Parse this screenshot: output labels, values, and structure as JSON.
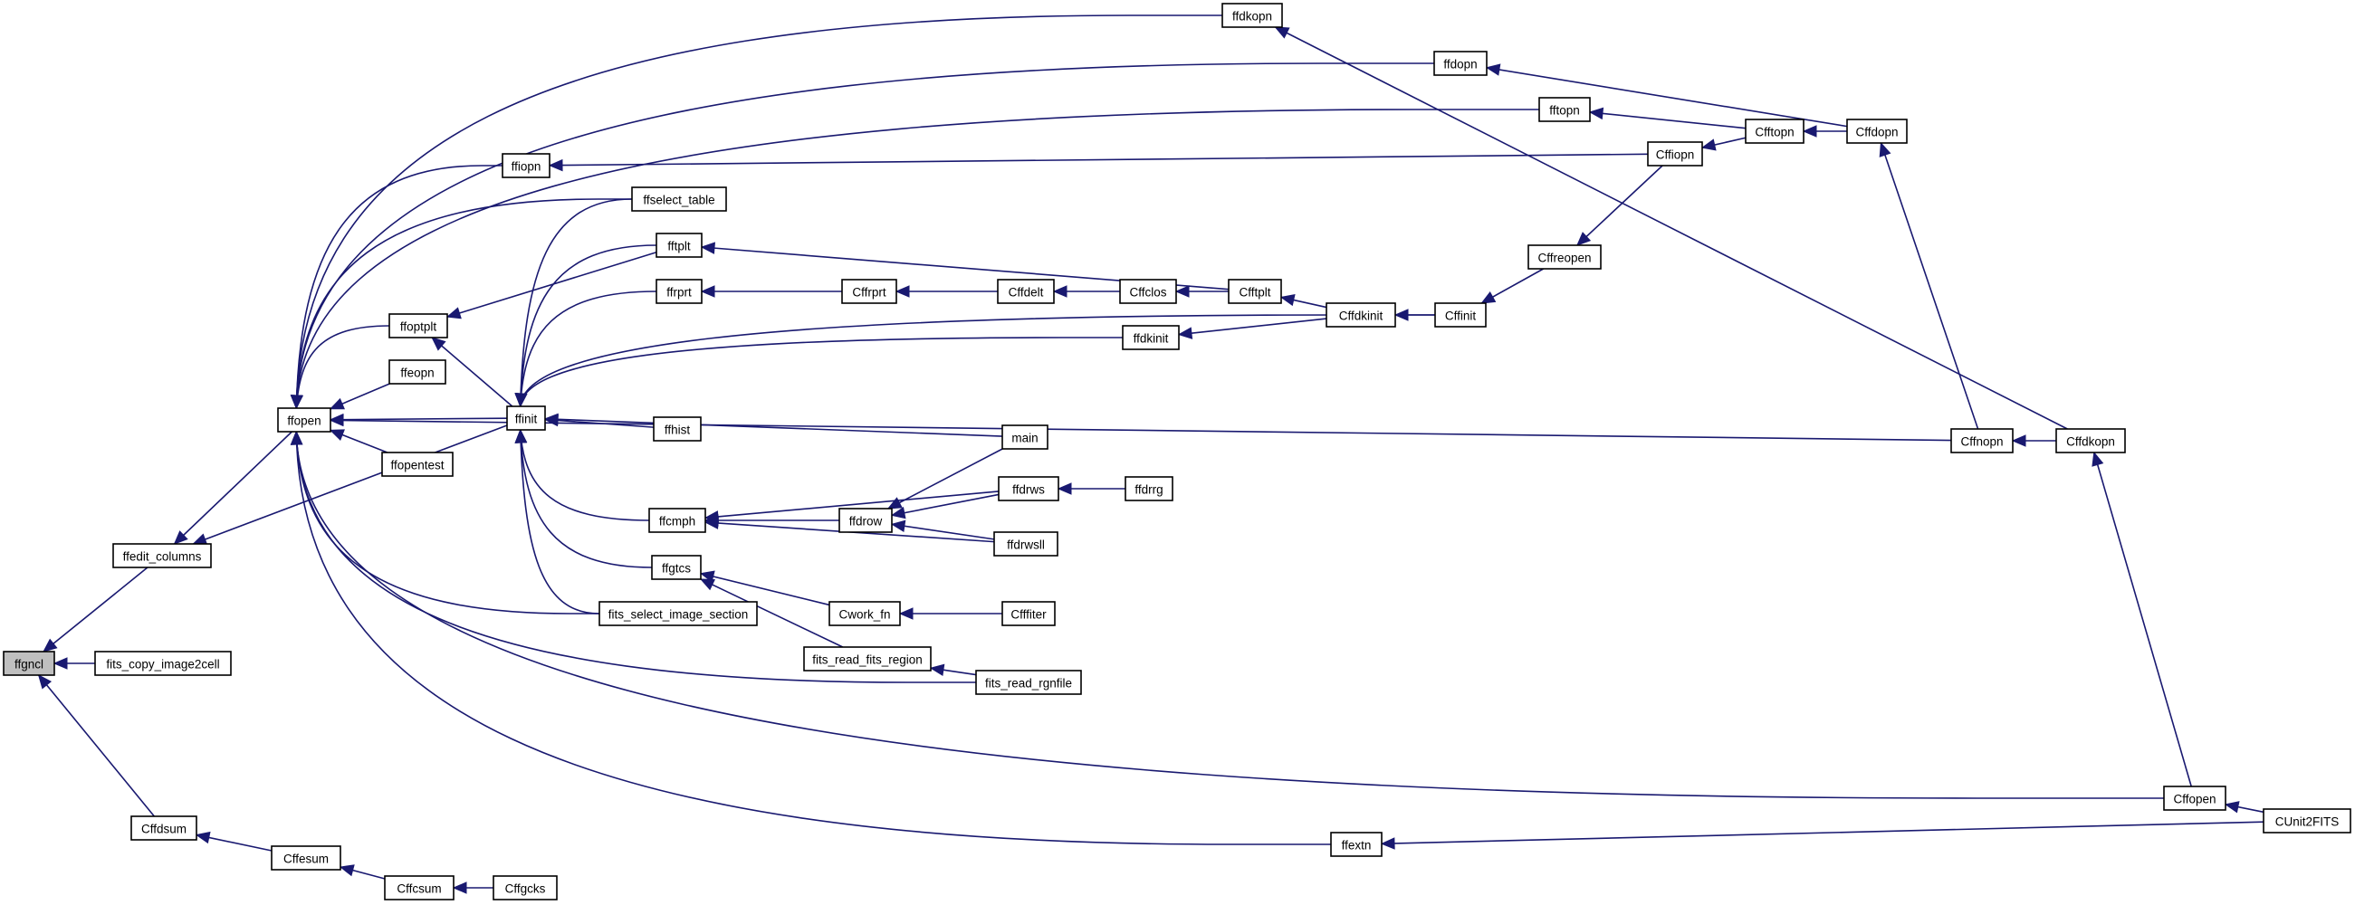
{
  "colors": {
    "edge": "#191970",
    "root_fill": "#bfbfbf",
    "node_fill": "#ffffff",
    "node_border": "#000000"
  },
  "nodes": [
    {
      "id": "ffgncl",
      "label": "ffgncl",
      "root": true
    },
    {
      "id": "fits_copy_image2cell",
      "label": "fits_copy_image2cell"
    },
    {
      "id": "ffedit_columns",
      "label": "ffedit_columns"
    },
    {
      "id": "Cffdsum",
      "label": "Cffdsum"
    },
    {
      "id": "Cffesum",
      "label": "Cffesum"
    },
    {
      "id": "Cffcsum",
      "label": "Cffcsum"
    },
    {
      "id": "Cffgcks",
      "label": "Cffgcks"
    },
    {
      "id": "ffopen",
      "label": "ffopen"
    },
    {
      "id": "ffinit",
      "label": "ffinit"
    },
    {
      "id": "ffiopn",
      "label": "ffiopn"
    },
    {
      "id": "ffoptplt",
      "label": "ffoptplt"
    },
    {
      "id": "ffeopn",
      "label": "ffeopn"
    },
    {
      "id": "ffopentest",
      "label": "ffopentest"
    },
    {
      "id": "ffselect_table",
      "label": "ffselect_table"
    },
    {
      "id": "fftplt",
      "label": "fftplt"
    },
    {
      "id": "ffrprt",
      "label": "ffrprt"
    },
    {
      "id": "ffhist",
      "label": "ffhist"
    },
    {
      "id": "ffcmph",
      "label": "ffcmph"
    },
    {
      "id": "ffgtcs",
      "label": "ffgtcs"
    },
    {
      "id": "fits_select_image_section",
      "label": "fits_select_image_section"
    },
    {
      "id": "fits_read_fits_region",
      "label": "fits_read_fits_region"
    },
    {
      "id": "fits_read_rgnfile",
      "label": "fits_read_rgnfile"
    },
    {
      "id": "ffdrow",
      "label": "ffdrow"
    },
    {
      "id": "Cwork_fn",
      "label": "Cwork_fn"
    },
    {
      "id": "Cfffiter",
      "label": "Cfffiter"
    },
    {
      "id": "main",
      "label": "main"
    },
    {
      "id": "ffdrws",
      "label": "ffdrws"
    },
    {
      "id": "ffdrwsll",
      "label": "ffdrwsll"
    },
    {
      "id": "ffdrrg",
      "label": "ffdrrg"
    },
    {
      "id": "Cffrprt",
      "label": "Cffrprt"
    },
    {
      "id": "Cffdelt",
      "label": "Cffdelt"
    },
    {
      "id": "Cffclos",
      "label": "Cffclos"
    },
    {
      "id": "Cfftplt",
      "label": "Cfftplt"
    },
    {
      "id": "ffdkinit",
      "label": "ffdkinit"
    },
    {
      "id": "Cffdkinit",
      "label": "Cffdkinit"
    },
    {
      "id": "Cffinit",
      "label": "Cffinit"
    },
    {
      "id": "Cffreopen",
      "label": "Cffreopen"
    },
    {
      "id": "Cffiopn",
      "label": "Cffiopn"
    },
    {
      "id": "ffdkopn",
      "label": "ffdkopn"
    },
    {
      "id": "ffdopn",
      "label": "ffdopn"
    },
    {
      "id": "fftopn",
      "label": "fftopn"
    },
    {
      "id": "Cfftopn",
      "label": "Cfftopn"
    },
    {
      "id": "Cffdopn",
      "label": "Cffdopn"
    },
    {
      "id": "Cffnopn",
      "label": "Cffnopn"
    },
    {
      "id": "Cffdkopn",
      "label": "Cffdkopn"
    },
    {
      "id": "Cffopen",
      "label": "Cffopen"
    },
    {
      "id": "CUnit2FITS",
      "label": "CUnit2FITS"
    },
    {
      "id": "ffextn",
      "label": "ffextn"
    }
  ],
  "edges": [
    {
      "from": "fits_copy_image2cell",
      "to": "ffgncl"
    },
    {
      "from": "ffedit_columns",
      "to": "ffgncl"
    },
    {
      "from": "Cffdsum",
      "to": "ffgncl"
    },
    {
      "from": "Cffesum",
      "to": "Cffdsum"
    },
    {
      "from": "Cffcsum",
      "to": "Cffesum"
    },
    {
      "from": "Cffgcks",
      "to": "Cffcsum"
    },
    {
      "from": "ffopen",
      "to": "ffedit_columns"
    },
    {
      "from": "ffinit",
      "to": "ffedit_columns"
    },
    {
      "from": "ffinit",
      "to": "ffopen"
    },
    {
      "from": "ffoptplt",
      "to": "ffopen"
    },
    {
      "from": "ffeopn",
      "to": "ffopen"
    },
    {
      "from": "ffopentest",
      "to": "ffopen"
    },
    {
      "from": "ffiopn",
      "to": "ffopen"
    },
    {
      "from": "ffselect_table",
      "to": "ffopen"
    },
    {
      "from": "fits_select_image_section",
      "to": "ffopen"
    },
    {
      "from": "fits_read_rgnfile",
      "to": "ffopen"
    },
    {
      "from": "ffdopn",
      "to": "ffopen"
    },
    {
      "from": "ffdkopn",
      "to": "ffopen"
    },
    {
      "from": "fftopn",
      "to": "ffopen"
    },
    {
      "from": "Cffnopn",
      "to": "ffopen"
    },
    {
      "from": "Cffopen",
      "to": "ffopen"
    },
    {
      "from": "ffextn",
      "to": "ffopen"
    },
    {
      "from": "fftplt",
      "to": "ffoptplt"
    },
    {
      "from": "ffinit",
      "to": "ffoptplt"
    },
    {
      "from": "ffselect_table",
      "to": "ffinit"
    },
    {
      "from": "fftplt",
      "to": "ffinit"
    },
    {
      "from": "ffrprt",
      "to": "ffinit"
    },
    {
      "from": "ffdkinit",
      "to": "ffinit"
    },
    {
      "from": "Cffinit",
      "to": "ffinit"
    },
    {
      "from": "ffhist",
      "to": "ffinit"
    },
    {
      "from": "main",
      "to": "ffinit"
    },
    {
      "from": "ffcmph",
      "to": "ffinit"
    },
    {
      "from": "ffgtcs",
      "to": "ffinit"
    },
    {
      "from": "fits_select_image_section",
      "to": "ffinit"
    },
    {
      "from": "Cffiopn",
      "to": "ffiopn"
    },
    {
      "from": "Cfftplt",
      "to": "fftplt"
    },
    {
      "from": "Cffrprt",
      "to": "ffrprt"
    },
    {
      "from": "Cffdelt",
      "to": "Cffrprt"
    },
    {
      "from": "Cffclos",
      "to": "Cffdelt"
    },
    {
      "from": "Cfftplt",
      "to": "Cffclos"
    },
    {
      "from": "Cffdkinit",
      "to": "Cfftplt"
    },
    {
      "from": "Cffdkinit",
      "to": "ffdkinit"
    },
    {
      "from": "Cffinit",
      "to": "Cffdkinit"
    },
    {
      "from": "Cffreopen",
      "to": "Cffinit"
    },
    {
      "from": "Cffiopn",
      "to": "Cffreopen"
    },
    {
      "from": "Cfftopn",
      "to": "Cffiopn"
    },
    {
      "from": "Cfftopn",
      "to": "fftopn"
    },
    {
      "from": "Cffdopn",
      "to": "Cfftopn"
    },
    {
      "from": "Cffdopn",
      "to": "ffdopn"
    },
    {
      "from": "Cffnopn",
      "to": "Cffdopn"
    },
    {
      "from": "Cffdkopn",
      "to": "Cffnopn"
    },
    {
      "from": "Cffdkopn",
      "to": "ffdkopn"
    },
    {
      "from": "Cffopen",
      "to": "Cffdkopn"
    },
    {
      "from": "CUnit2FITS",
      "to": "Cffopen"
    },
    {
      "from": "CUnit2FITS",
      "to": "ffextn"
    },
    {
      "from": "ffdrow",
      "to": "ffcmph"
    },
    {
      "from": "ffdrws",
      "to": "ffcmph"
    },
    {
      "from": "ffdrwsll",
      "to": "ffcmph"
    },
    {
      "from": "main",
      "to": "ffdrow"
    },
    {
      "from": "ffdrws",
      "to": "ffdrow"
    },
    {
      "from": "ffdrwsll",
      "to": "ffdrow"
    },
    {
      "from": "ffdrrg",
      "to": "ffdrws"
    },
    {
      "from": "Cwork_fn",
      "to": "ffgtcs"
    },
    {
      "from": "fits_read_fits_region",
      "to": "ffgtcs"
    },
    {
      "from": "Cfffiter",
      "to": "Cwork_fn"
    },
    {
      "from": "fits_read_rgnfile",
      "to": "fits_read_fits_region"
    }
  ]
}
